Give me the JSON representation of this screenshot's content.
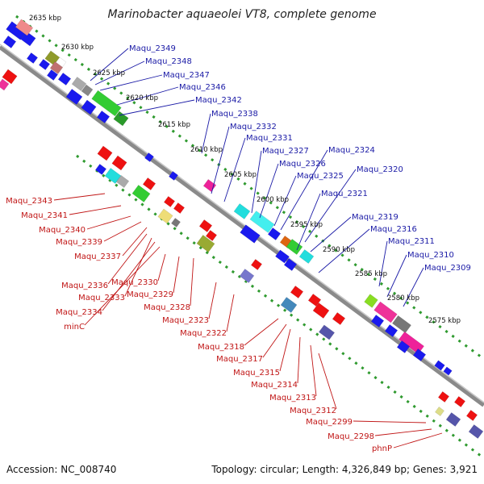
{
  "title": "Marinobacter aquaeolei VT8, complete genome",
  "footer": {
    "accession": "Accession: NC_008740",
    "summary": "Topology: circular; Length: 4,326,849 bp; Genes: 3,921"
  },
  "scale_labels": [
    "2635 kbp",
    "2630 kbp",
    "2625 kbp",
    "2620 kbp",
    "2615 kbp",
    "2610 kbp",
    "2605 kbp",
    "2600 kbp",
    "2595 kbp",
    "2590 kbp",
    "2585 kbp",
    "2580 kbp",
    "2575 kbp"
  ],
  "forward_labels": [
    "Maqu_2349",
    "Maqu_2348",
    "Maqu_2347",
    "Maqu_2346",
    "Maqu_2342",
    "Maqu_2338",
    "Maqu_2332",
    "Maqu_2331",
    "Maqu_2327",
    "Maqu_2326",
    "Maqu_2324",
    "Maqu_2325",
    "Maqu_2320",
    "Maqu_2321",
    "Maqu_2319",
    "Maqu_2316",
    "Maqu_2311",
    "Maqu_2310",
    "Maqu_2309"
  ],
  "reverse_labels": [
    "Maqu_2343",
    "Maqu_2341",
    "Maqu_2340",
    "Maqu_2339",
    "Maqu_2337",
    "Maqu_2336",
    "Maqu_2330",
    "Maqu_2333",
    "Maqu_2329",
    "Maqu_2334",
    "Maqu_2328",
    "minC",
    "Maqu_2323",
    "Maqu_2322",
    "Maqu_2318",
    "Maqu_2317",
    "Maqu_2315",
    "Maqu_2314",
    "Maqu_2313",
    "Maqu_2312",
    "Maqu_2299",
    "Maqu_2298",
    "phnP"
  ],
  "colors": {
    "forward_gene": "#1a1aee",
    "reverse_gene": "#ee1111",
    "backbone": "#8a8a8a",
    "ring": "#2f9a2f",
    "forward_label": "#1a1aa6",
    "reverse_label": "#c01515"
  }
}
